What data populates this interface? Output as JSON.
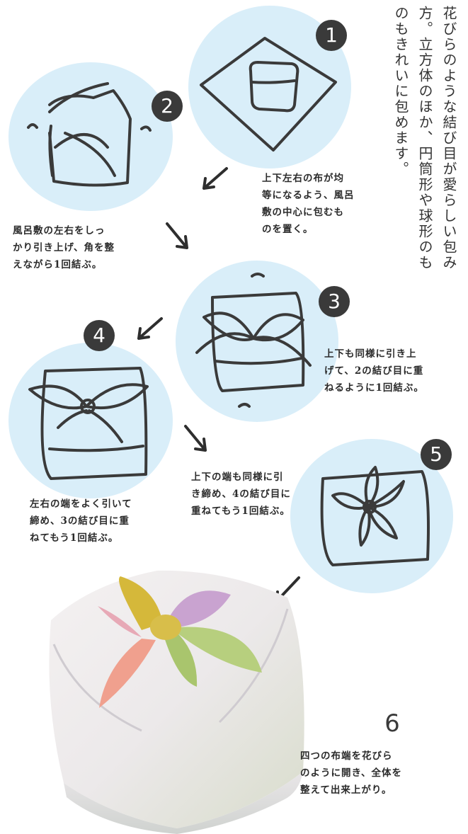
{
  "intro": "花びらのような結び目が愛らしい包み方。立方体のほか、円筒形や球形のものもきれいに包めます。",
  "steps": [
    {
      "number": "1",
      "text": "上下左右の布が均\n等になるよう、風呂\n敷の中心に包むも\nのを置く。"
    },
    {
      "number": "2",
      "text": "風呂敷の左右をしっ\nかり引き上げ、角を整\nえながら1回結ぶ。"
    },
    {
      "number": "3",
      "text": "上下も同様に引き上\nげて、2の結び目に重\nねるように1回結ぶ。"
    },
    {
      "number": "4",
      "text": "左右の端をよく引いて\n締め、3の結び目に重\nねてもう1回結ぶ。"
    },
    {
      "number": "5",
      "text": "上下の端も同様に引\nき締め、4の結び目に\n重ねてもう1回結ぶ。"
    },
    {
      "number": "6",
      "text": "四つの布端を花びら\nのように開き、全体を\n整えて出来上がり。"
    }
  ],
  "colors": {
    "circle": "#d9eef9",
    "badge": "#3a3a3a",
    "ink": "#2b2b2b"
  }
}
